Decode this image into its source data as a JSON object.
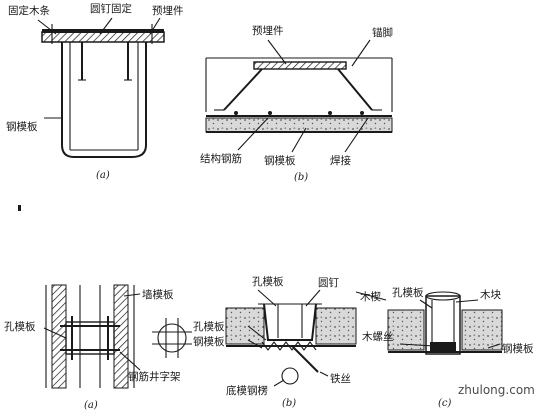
{
  "top_left": {
    "labels": {
      "wood_strip": "固定木条",
      "nail_fix": "圆钉固定",
      "embed": "预埋件",
      "steel_form": "钢模板"
    },
    "caption": "(a)"
  },
  "top_right": {
    "labels": {
      "embed": "预埋件",
      "anchor": "锚脚",
      "rebar": "结构钢筋",
      "steel_form": "钢模板",
      "weld": "焊接"
    },
    "caption": "(b)"
  },
  "bottom_a": {
    "labels": {
      "wall_form": "墙模板",
      "hole_form": "孔模板",
      "rebar_frame": "钢筋井字架"
    },
    "caption": "(a)"
  },
  "bottom_b": {
    "labels": {
      "hole_form": "孔模板",
      "round_nail": "圆钉",
      "steel_form": "钢模板",
      "bottom_bar": "底模钢楞",
      "wire": "铁丝"
    },
    "caption": "(b)"
  },
  "bottom_c": {
    "labels": {
      "wedge": "木楔",
      "hole_form": "孔模板",
      "wood_block": "木块",
      "wood_screw": "木螺丝",
      "steel_form": "钢模板"
    },
    "caption": "(c)"
  },
  "watermark": "zhulong.com"
}
